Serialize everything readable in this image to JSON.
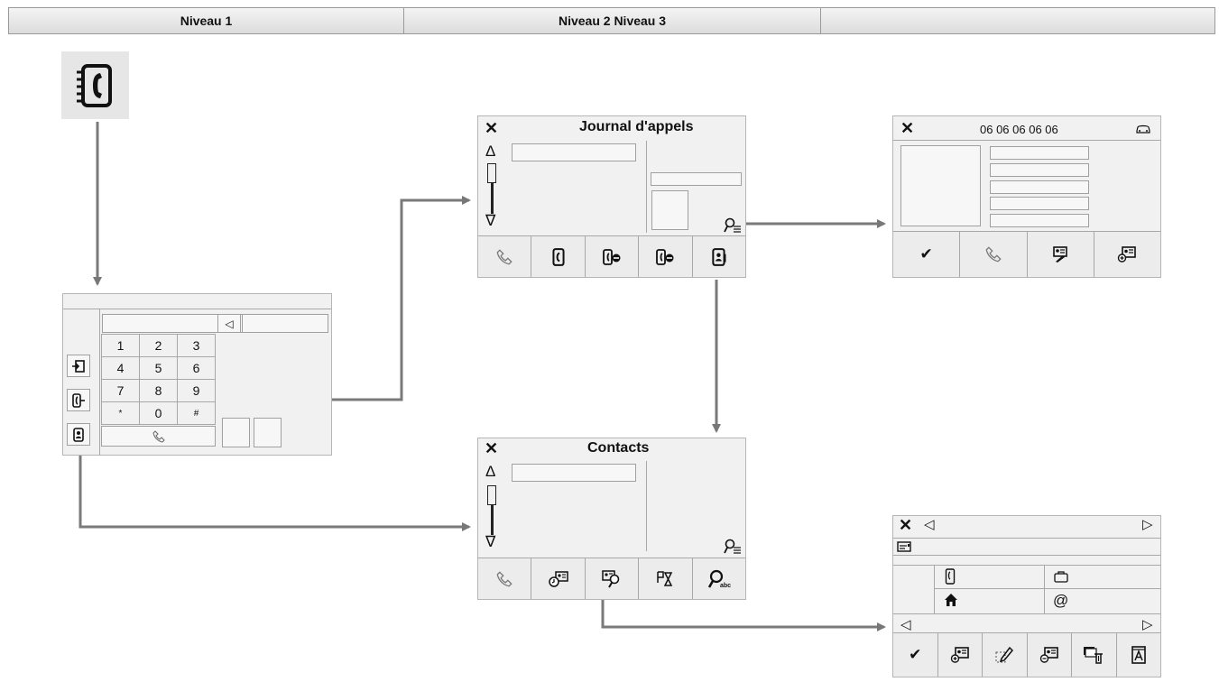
{
  "header": {
    "col1": "Niveau 1",
    "col2": "Niveau 2 Niveau 3",
    "col3": ""
  },
  "phone_app_icon": "phonebook-icon",
  "dialpad": {
    "backspace": "◁",
    "keys": [
      "1",
      "2",
      "3",
      "4",
      "5",
      "6",
      "7",
      "8",
      "9",
      "*",
      "0",
      "#"
    ],
    "call_icon": "phone-handset-icon",
    "side_icons": [
      "exit-icon",
      "call-log-icon",
      "contacts-book-icon"
    ]
  },
  "call_log": {
    "close": "✕",
    "title": "Journal d'appels",
    "scroll_up": "Δ",
    "scroll_down": "∇",
    "filter_icon": "search-list-icon",
    "toolbar_icons": [
      "phone-handset-icon",
      "phonebook-icon",
      "missed-call-icon",
      "rejected-call-icon",
      "contacts-book-icon"
    ]
  },
  "contacts": {
    "close": "✕",
    "title": "Contacts",
    "scroll_up": "Δ",
    "scroll_down": "∇",
    "filter_icon": "search-list-icon",
    "toolbar_icons": [
      "phone-handset-icon",
      "contact-history-icon",
      "contact-search-icon",
      "contact-sort-icon",
      "search-abc-icon"
    ]
  },
  "call_detail": {
    "close": "✕",
    "number": "06 06 06 06 06",
    "car_icon": "car-icon",
    "toolbar": {
      "confirm": "✔",
      "icons": [
        "phone-handset-icon",
        "edit-contact-icon",
        "add-contact-icon"
      ]
    }
  },
  "contact_card": {
    "close": "✕",
    "prev": "◁",
    "next": "▷",
    "name_icon": "name-card-icon",
    "phone_icon": "mobile-phone-icon",
    "work_icon": "briefcase-icon",
    "home_icon": "home-icon",
    "email": "@",
    "row_prev": "◁",
    "row_next": "▷",
    "toolbar": {
      "confirm": "✔",
      "icons": [
        "add-contact-icon",
        "edit-pencil-icon",
        "add-contact-icon",
        "delete-contact-icon",
        "letter-a-icon"
      ]
    }
  }
}
